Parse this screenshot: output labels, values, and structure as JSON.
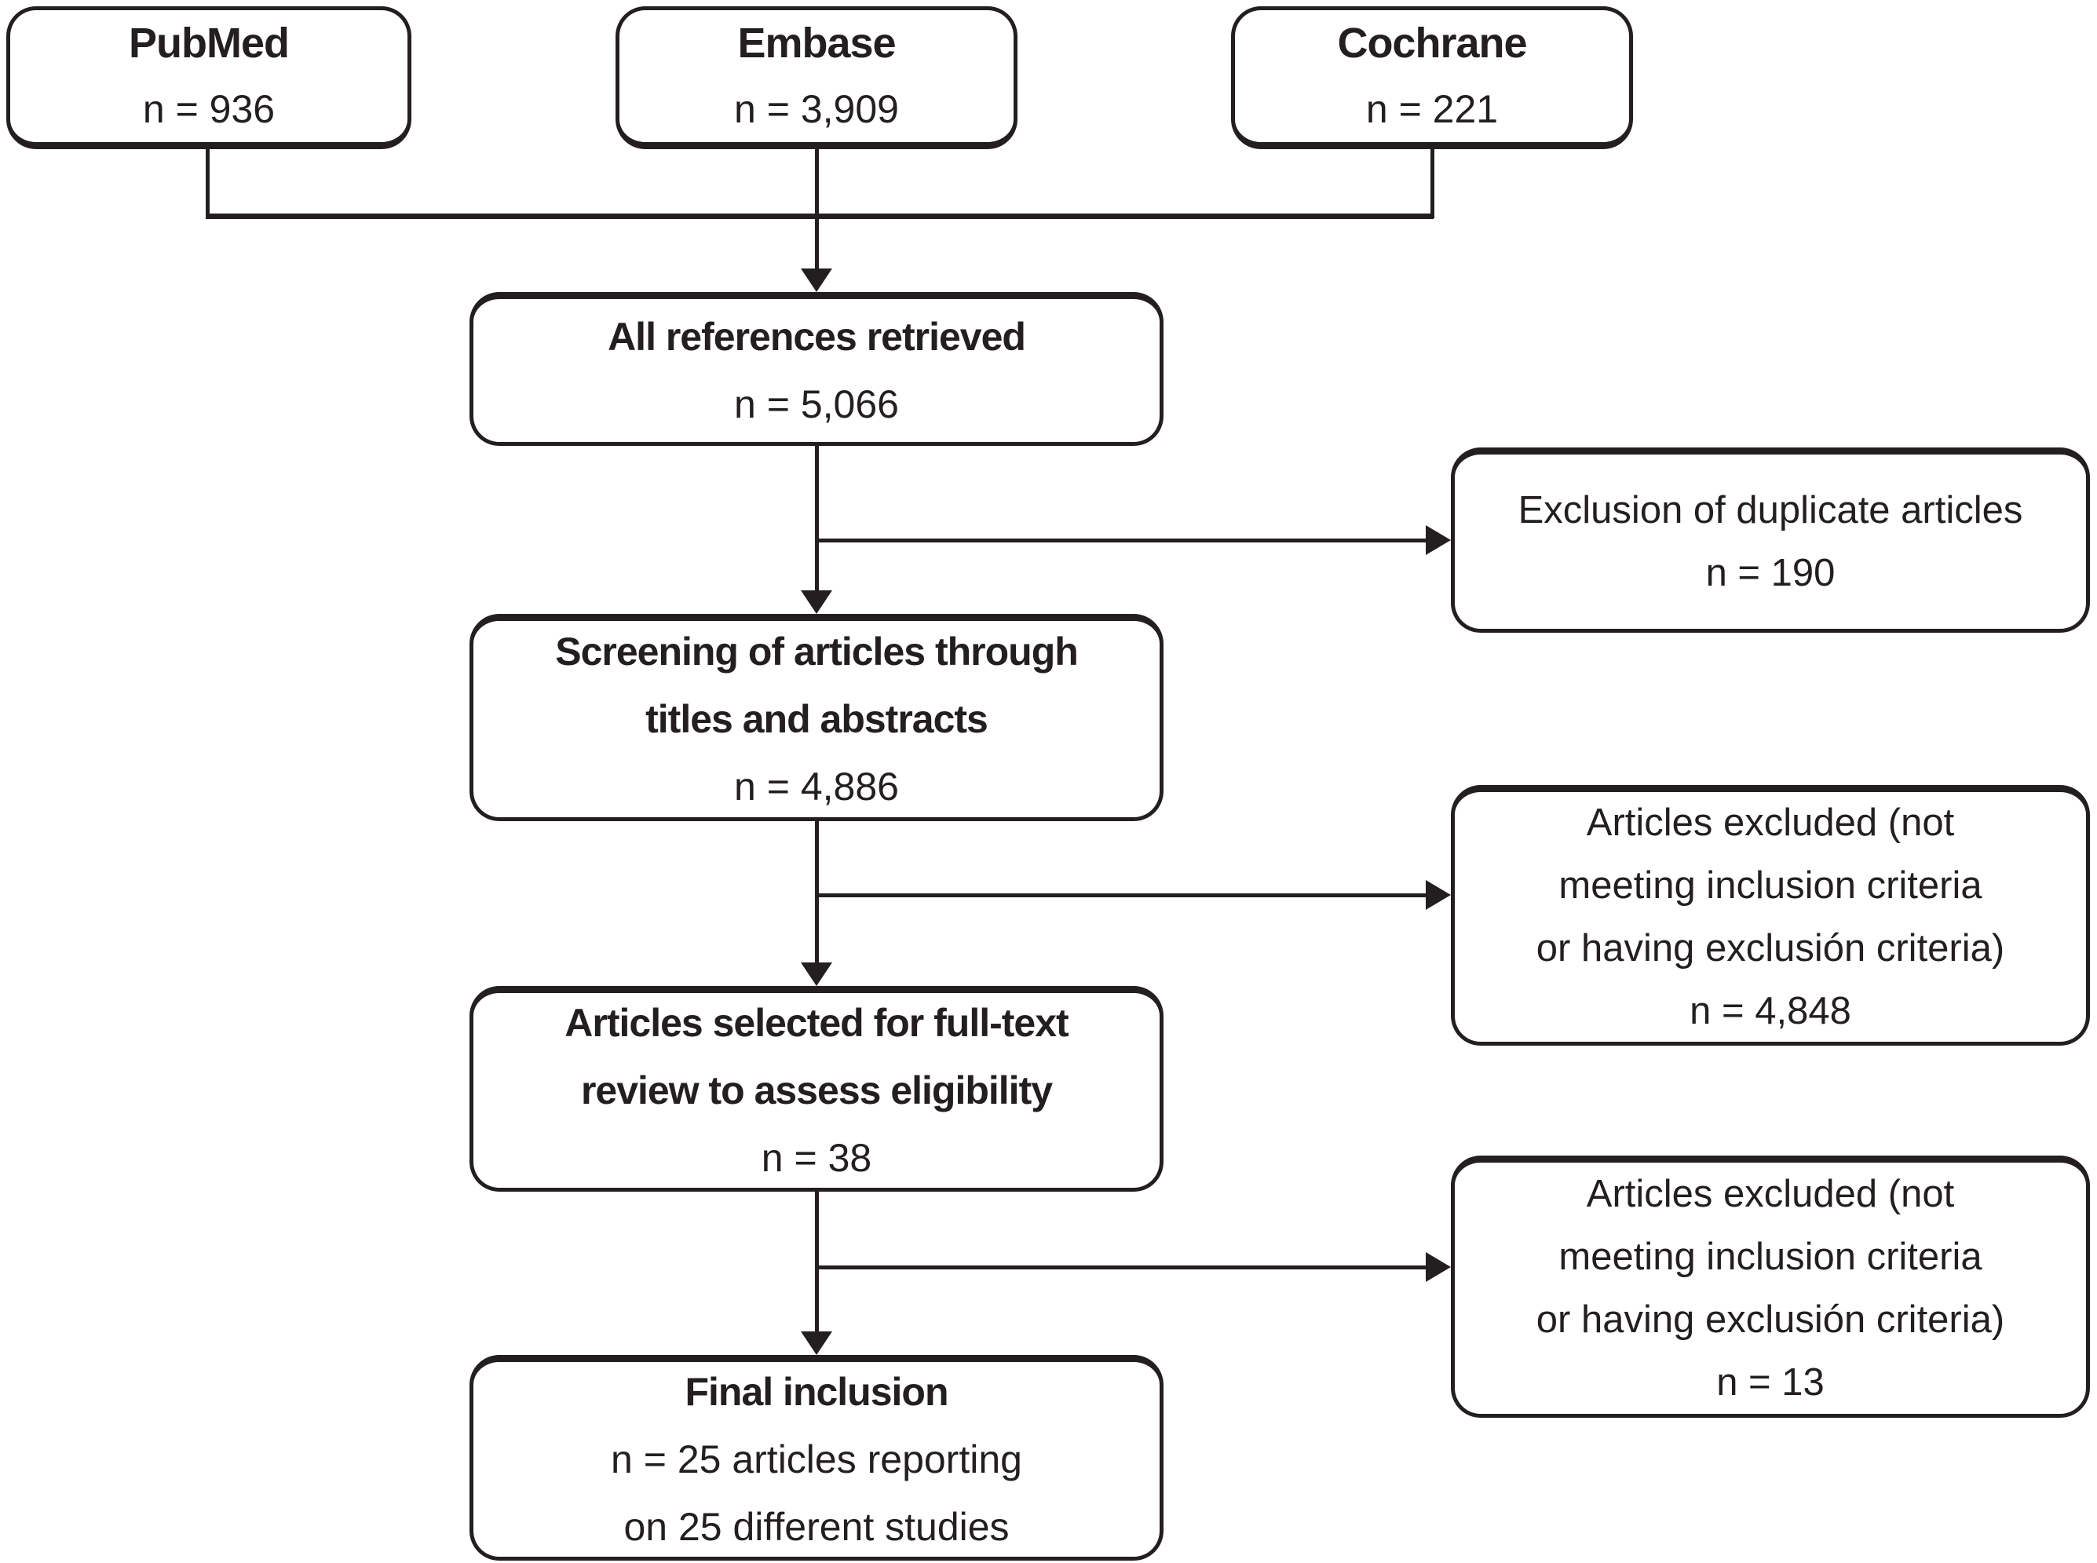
{
  "sources": [
    {
      "label": "PubMed",
      "count": "n = 936"
    },
    {
      "label": "Embase",
      "count": "n = 3,909"
    },
    {
      "label": "Cochrane",
      "count": "n = 221"
    }
  ],
  "flow": [
    {
      "lines": [
        "All references retrieved"
      ],
      "count": "n = 5,066"
    },
    {
      "lines": [
        "Screening of articles through",
        "titles and abstracts"
      ],
      "count": "n = 4,886"
    },
    {
      "lines": [
        "Articles selected for full-text",
        "review to assess eligibility"
      ],
      "count": "n = 38"
    },
    {
      "lines": [
        "Final inclusion"
      ],
      "details": [
        "n = 25 articles reporting",
        "on 25 different studies"
      ]
    }
  ],
  "exclusions": [
    {
      "lines": [
        "Exclusion of duplicate articles"
      ],
      "count": "n = 190"
    },
    {
      "lines": [
        "Articles excluded (not",
        "meeting inclusion criteria",
        "or having exclusión criteria)"
      ],
      "count": "n = 4,848"
    },
    {
      "lines": [
        "Articles excluded (not",
        "meeting inclusion criteria",
        "or having exclusión criteria)"
      ],
      "count": "n = 13"
    }
  ],
  "colors": {
    "ink": "#231f20",
    "background": "#ffffff"
  }
}
